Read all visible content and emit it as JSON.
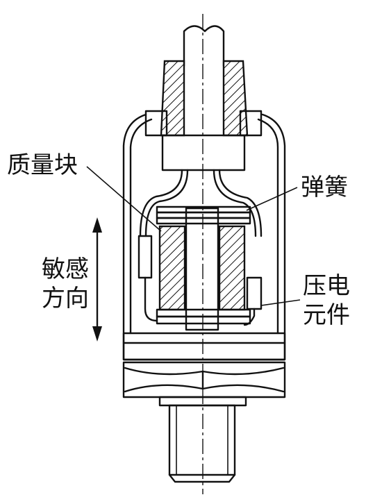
{
  "labels": {
    "mass": "质量块",
    "spring": "弹簧",
    "direction_line1": "敏感",
    "direction_line2": "方向",
    "piezo_line1": "压电",
    "piezo_line2": "元件"
  }
}
